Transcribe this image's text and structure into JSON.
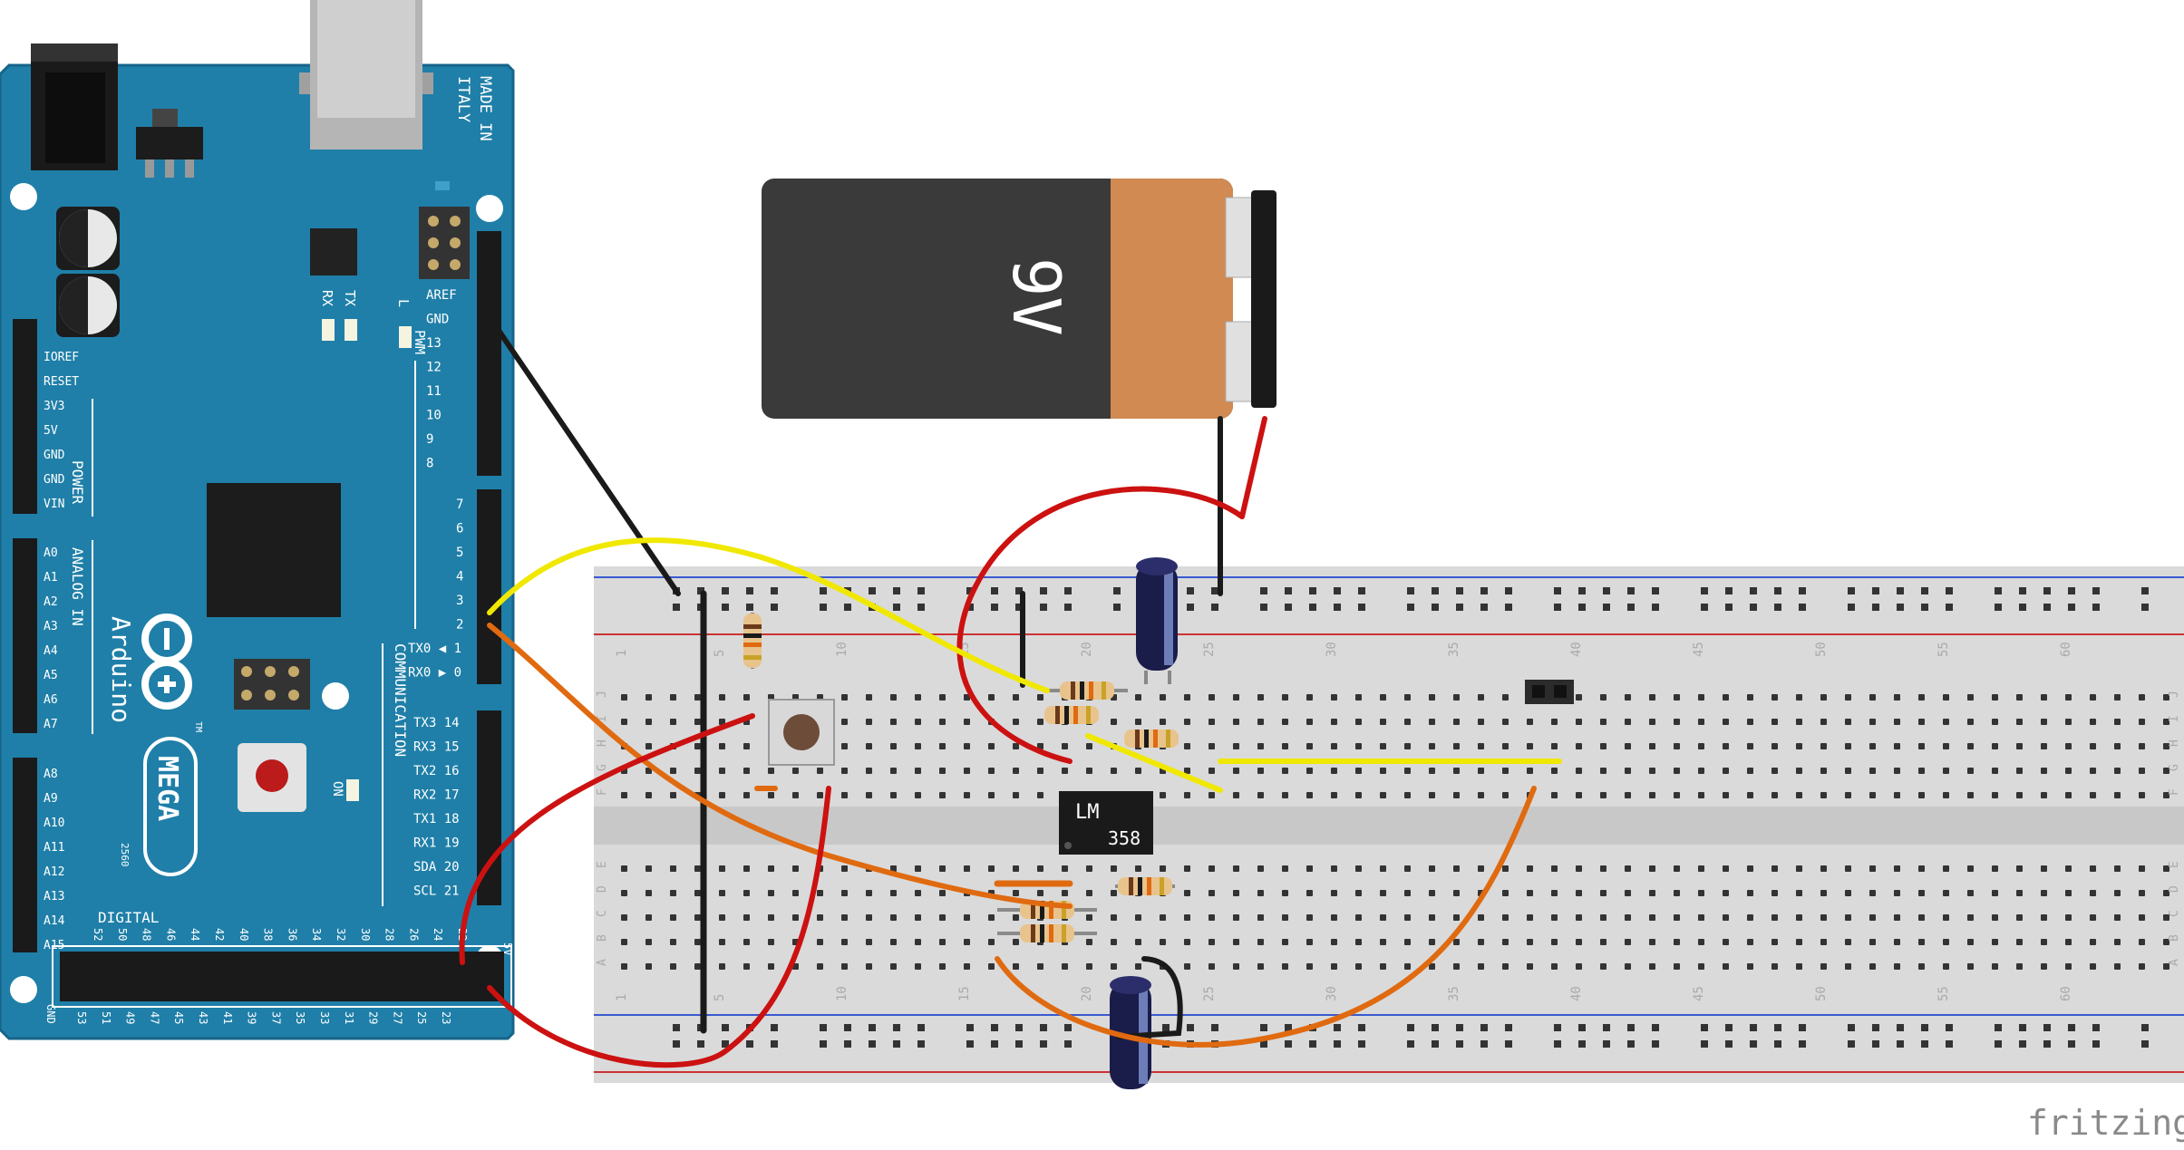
{
  "arduino": {
    "made_in": "MADE IN",
    "italy": "ITALY",
    "brand": "Arduino",
    "model": "MEGA",
    "model_sub": "2560",
    "tx": "TX",
    "rx": "RX",
    "l_led": "L",
    "pwm": "PWM",
    "on_led": "ON",
    "power_section": "POWER",
    "analog_section": "ANALOG IN",
    "digital_section": "DIGITAL",
    "communication_section": "COMMUNICATION",
    "tm": "TM",
    "pins_top": [
      "AREF",
      "GND",
      "13",
      "12",
      "11",
      "10",
      "9",
      "8"
    ],
    "pins_pwm": [
      "7",
      "6",
      "5",
      "4",
      "3",
      "2",
      "TX0 ◀ 1",
      "RX0 ▶ 0"
    ],
    "pins_comm": [
      "TX3 14",
      "RX3 15",
      "TX2 16",
      "RX2 17",
      "TX1 18",
      "RX1 19",
      "SDA 20",
      "SCL 21"
    ],
    "pins_power": [
      "IOREF",
      "RESET",
      "3V3",
      "5V",
      "GND",
      "GND",
      "VIN"
    ],
    "pins_analog_a": [
      "A0",
      "A1",
      "A2",
      "A3",
      "A4",
      "A5",
      "A6",
      "A7"
    ],
    "pins_analog_b": [
      "A8",
      "A9",
      "A10",
      "A11",
      "A12",
      "A13",
      "A14",
      "A15"
    ],
    "digital_row_labels": [
      "52",
      "50",
      "48",
      "46",
      "44",
      "42",
      "40",
      "38",
      "36",
      "34",
      "32",
      "30",
      "28",
      "26",
      "24",
      "22"
    ],
    "digital_row_labels_b": [
      "53",
      "51",
      "49",
      "47",
      "45",
      "43",
      "41",
      "39",
      "37",
      "35",
      "33",
      "31",
      "29",
      "27",
      "25",
      "23"
    ],
    "gnd_label": "GND",
    "v5_label": "5V"
  },
  "battery": {
    "label": "9V",
    "body_color": "#3a3a3a",
    "cap_color": "#d08a52"
  },
  "breadboard": {
    "column_labels": [
      "1",
      "5",
      "10",
      "15",
      "20",
      "25",
      "30",
      "35",
      "40",
      "45",
      "50",
      "55",
      "60"
    ],
    "top_row_labels": [
      "J",
      "I",
      "H",
      "G",
      "F"
    ],
    "bottom_row_labels": [
      "E",
      "D",
      "C",
      "B",
      "A"
    ]
  },
  "opamp": {
    "line1": "LM",
    "line2": "358"
  },
  "wire_colors": {
    "black": "#1a1a1a",
    "red": "#cc1111",
    "yellow": "#f0e800",
    "orange": "#e06a10"
  },
  "board_color": "#1f7fa8",
  "watermark": "fritzing"
}
